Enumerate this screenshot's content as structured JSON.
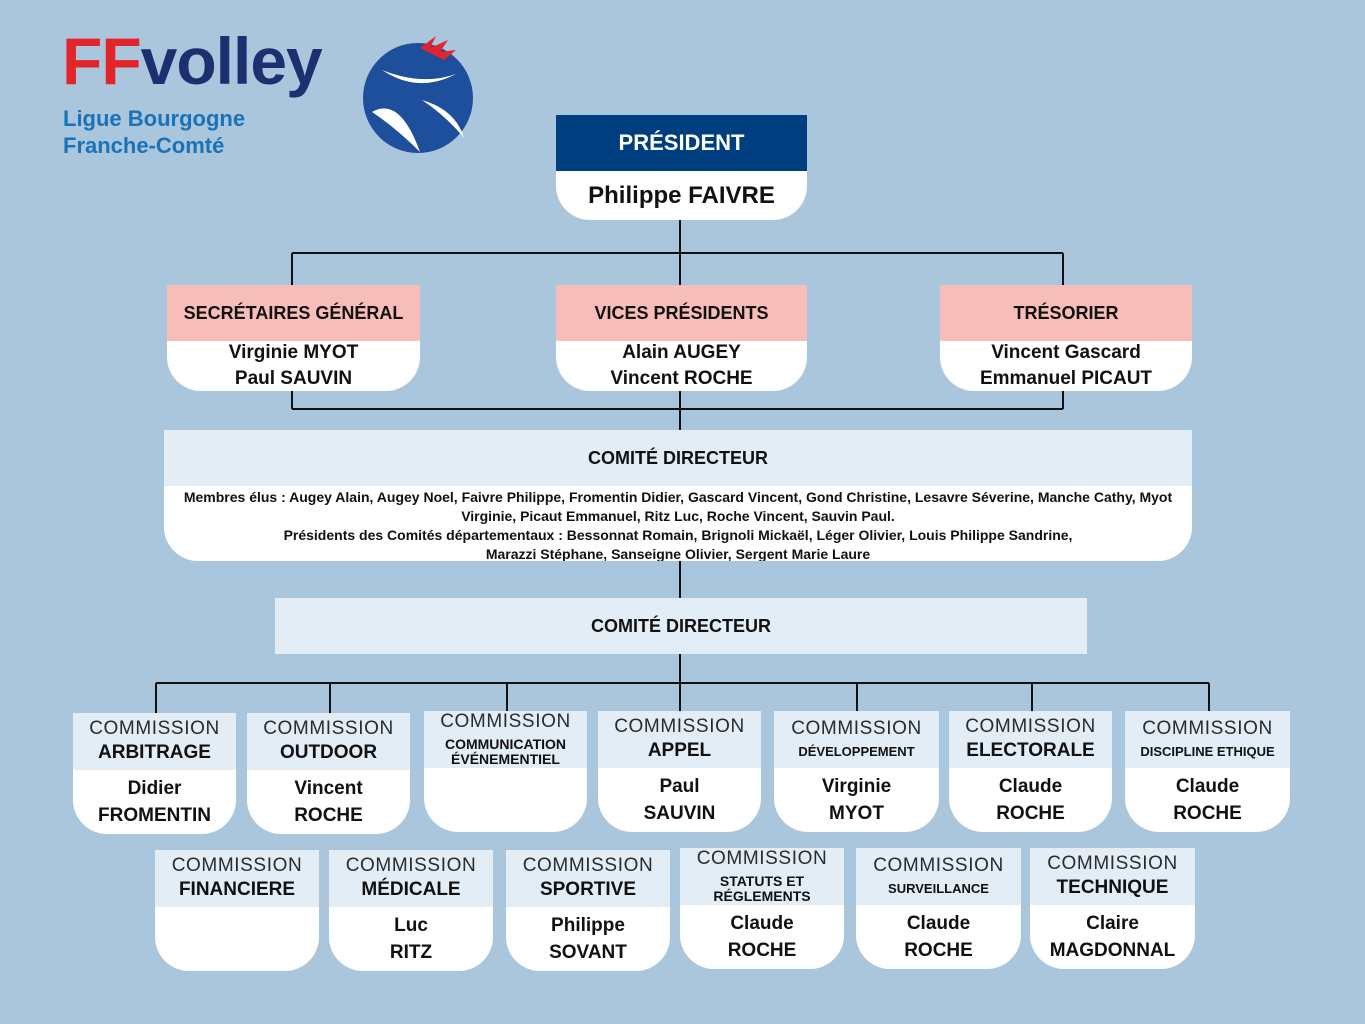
{
  "logo": {
    "brand_ff": "FF",
    "brand_rest": "volley",
    "league_line1": "Ligue Bourgogne",
    "league_line2": "Franche-Comté"
  },
  "president": {
    "title": "PRÉSIDENT",
    "name": "Philippe FAIVRE"
  },
  "secretaires": {
    "title": "SECRÉTAIRES GÉNÉRAL",
    "line1": "Virginie MYOT",
    "line2": "Paul SAUVIN"
  },
  "vices": {
    "title": "VICES PRÉSIDENTS",
    "line1": "Alain AUGEY",
    "line2": "Vincent ROCHE"
  },
  "tresorier": {
    "title": "TRÉSORIER",
    "line1": "Vincent Gascard",
    "line2": "Emmanuel PICAUT"
  },
  "comite": {
    "title": "COMITÉ DIRECTEUR",
    "membres": "Membres élus : Augey Alain, Augey Noel, Faivre Philippe, Fromentin Didier, Gascard Vincent, Gond Christine, Lesavre Séverine, Manche Cathy, Myot Virginie, Picaut Emmanuel, Ritz Luc, Roche Vincent, Sauvin Paul.",
    "presidents_line1": "Présidents des Comités départementaux : Bessonnat Romain, Brignoli Mickaël, Léger Olivier, Louis Philippe Sandrine,",
    "presidents_line2": "Marazzi Stéphane, Sanseigne Olivier, Sergent Marie Laure"
  },
  "comite2": {
    "title": "COMITÉ DIRECTEUR"
  },
  "commissions": [
    {
      "kw": "COMMISSION",
      "name": "ARBITRAGE",
      "p1": "Didier",
      "p2": "FROMENTIN"
    },
    {
      "kw": "COMMISSION",
      "name": "OUTDOOR",
      "p1": "Vincent",
      "p2": "ROCHE"
    },
    {
      "kw": "COMMISSION",
      "name": "COMMUNICATION ÉVÉNEMENTIEL",
      "p1": "",
      "p2": ""
    },
    {
      "kw": "COMMISSION",
      "name": "APPEL",
      "p1": "Paul",
      "p2": "SAUVIN"
    },
    {
      "kw": "COMMISSION",
      "name": "DÉVELOPPEMENT",
      "p1": "Virginie",
      "p2": "MYOT"
    },
    {
      "kw": "COMMISSION",
      "name": "ELECTORALE",
      "p1": "Claude",
      "p2": "ROCHE"
    },
    {
      "kw": "COMMISSION",
      "name": "DISCIPLINE ETHIQUE",
      "p1": "Claude",
      "p2": "ROCHE"
    },
    {
      "kw": "COMMISSION",
      "name": "FINANCIERE",
      "p1": "",
      "p2": ""
    },
    {
      "kw": "COMMISSION",
      "name": "MÉDICALE",
      "p1": "Luc",
      "p2": "RITZ"
    },
    {
      "kw": "COMMISSION",
      "name": "SPORTIVE",
      "p1": "Philippe",
      "p2": "SOVANT"
    },
    {
      "kw": "COMMISSION",
      "name": "STATUTS ET RÉGLEMENTS",
      "p1": "Claude",
      "p2": "ROCHE"
    },
    {
      "kw": "COMMISSION",
      "name": "SURVEILLANCE",
      "p1": "Claude",
      "p2": "ROCHE"
    },
    {
      "kw": "COMMISSION",
      "name": "TECHNIQUE",
      "p1": "Claire",
      "p2": "MAGDONNAL"
    }
  ]
}
